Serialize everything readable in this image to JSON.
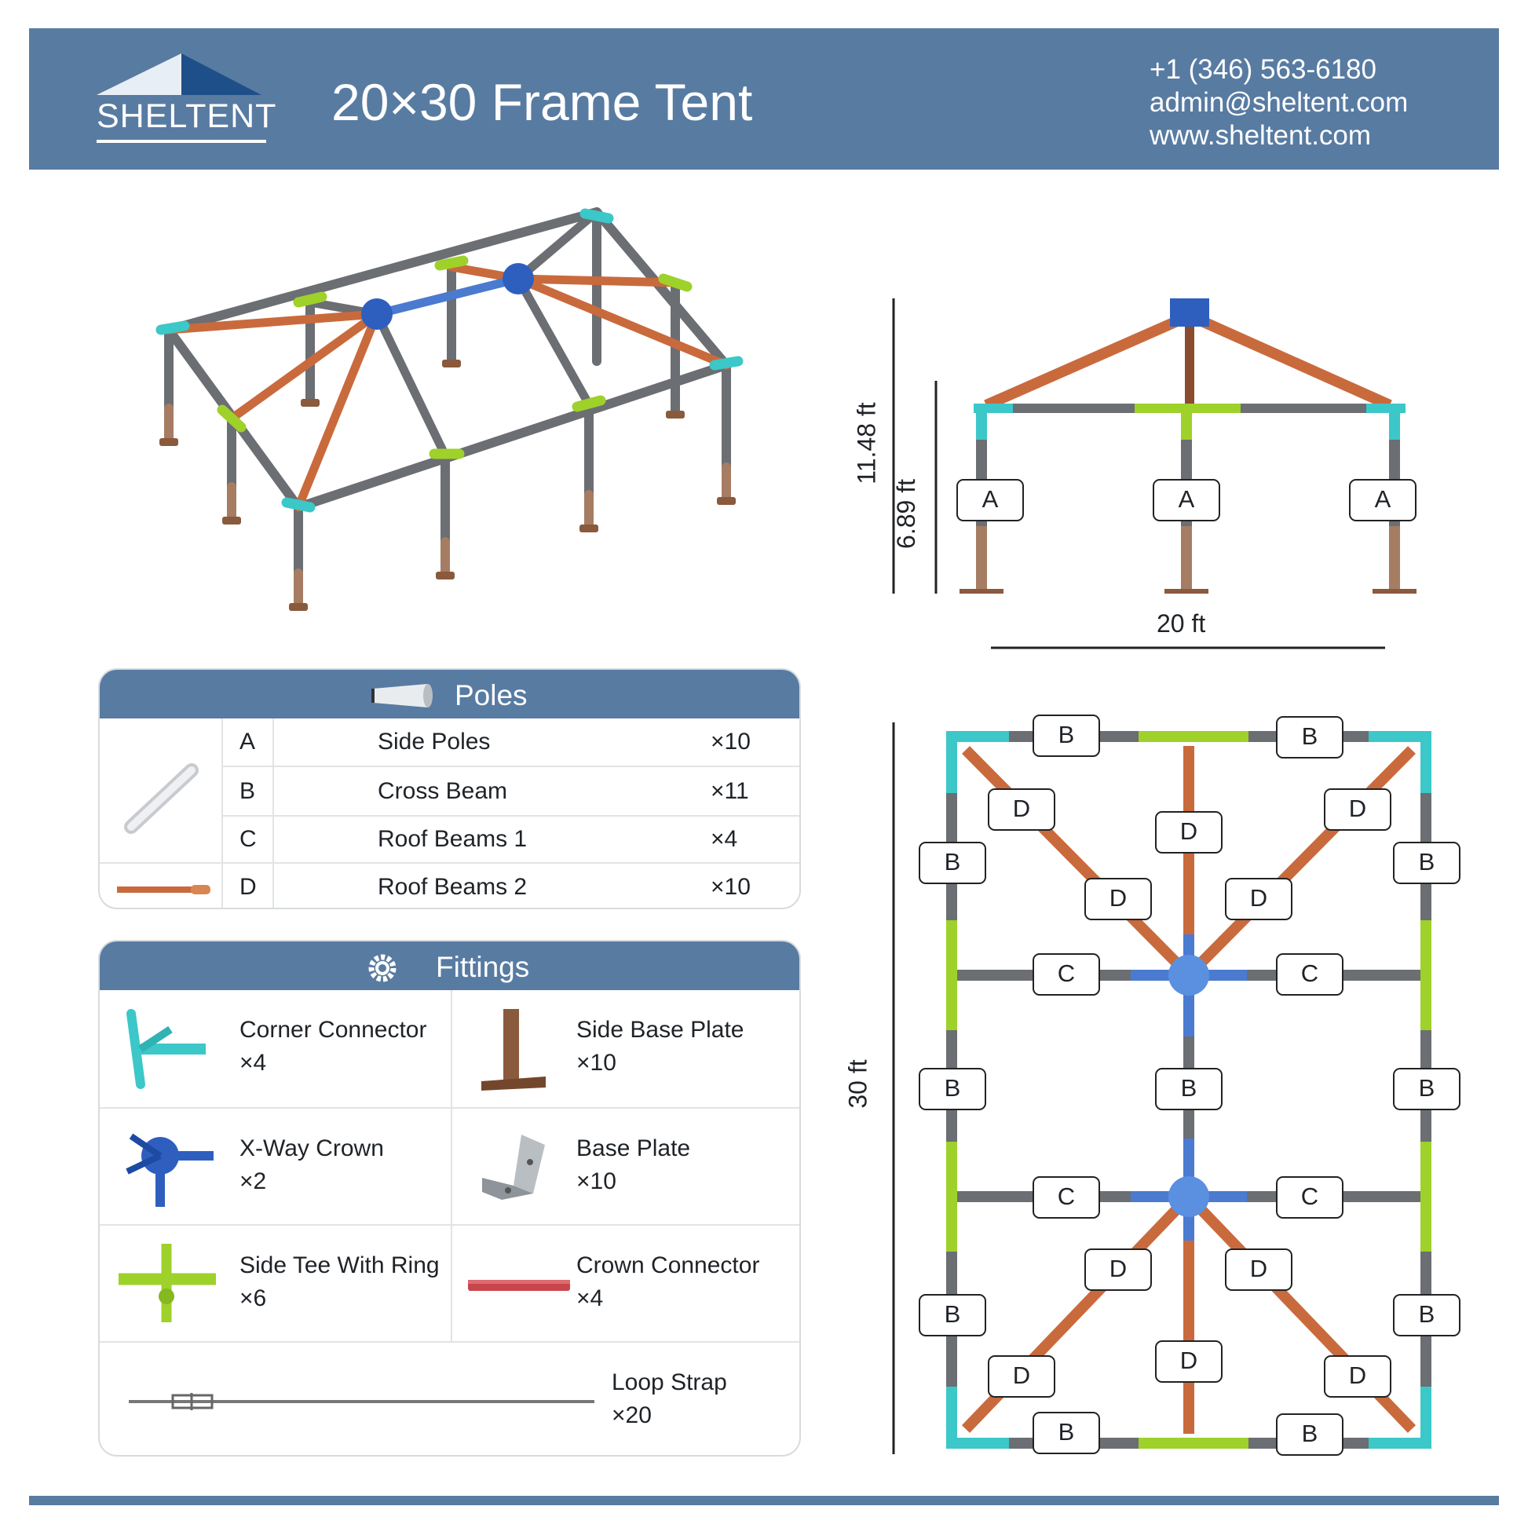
{
  "header": {
    "brand": "SHELTENT",
    "title": "20×30 Frame Tent",
    "phone": "+1 (346) 563-6180",
    "email": "admin@sheltent.com",
    "website": "www.sheltent.com",
    "bg_color": "#587ba2"
  },
  "poles": {
    "title": "Poles",
    "icon": "pole-icon",
    "rows": [
      {
        "code": "A",
        "name": "Side Poles",
        "qty": "×10"
      },
      {
        "code": "B",
        "name": "Cross Beam",
        "qty": "×11"
      },
      {
        "code": "C",
        "name": "Roof Beams 1",
        "qty": "×4"
      },
      {
        "code": "D",
        "name": "Roof Beams 2",
        "qty": "×10"
      }
    ]
  },
  "fittings": {
    "title": "Fittings",
    "icon": "gear-icon",
    "items": [
      {
        "name": "Corner Connector",
        "qty": "×4",
        "icon": "corner-connector-icon",
        "color": "#3cc7c9"
      },
      {
        "name": "Side Base Plate",
        "qty": "×10",
        "icon": "side-base-plate-icon",
        "color": "#8a5a3c"
      },
      {
        "name": "X-Way Crown",
        "qty": "×2",
        "icon": "crown-icon",
        "color": "#2e5fbf"
      },
      {
        "name": "Base Plate",
        "qty": "×10",
        "icon": "base-plate-icon",
        "color": "#9ea3a8"
      },
      {
        "name": "Side Tee With Ring",
        "qty": "×6",
        "icon": "side-tee-icon",
        "color": "#9ed12a"
      },
      {
        "name": "Crown Connector",
        "qty": "×4",
        "icon": "crown-connector-icon",
        "color": "#c9454c"
      },
      {
        "name": "Loop Strap",
        "qty": "×20",
        "icon": "loop-strap-icon",
        "color": "#777777"
      }
    ]
  },
  "front_view": {
    "height_total": "11.48 ft",
    "height_side": "6.89 ft",
    "width": "20 ft",
    "labels": [
      "A",
      "A",
      "A"
    ]
  },
  "top_view": {
    "length": "30 ft",
    "labels": {
      "top": [
        "B",
        "B"
      ],
      "bottom": [
        "B",
        "B"
      ],
      "left": [
        "B",
        "B",
        "B"
      ],
      "right": [
        "B",
        "B",
        "B"
      ],
      "center": [
        "B"
      ],
      "c": [
        "C",
        "C",
        "C",
        "C"
      ],
      "d": [
        "D",
        "D",
        "D",
        "D",
        "D",
        "D",
        "D",
        "D",
        "D",
        "D"
      ]
    }
  },
  "colors": {
    "gray_pole": "#6b6e72",
    "green": "#9ed12a",
    "cyan": "#3cc7c9",
    "blue": "#2e5fbf",
    "orange": "#c96a3d",
    "brown": "#9b6b4e"
  }
}
